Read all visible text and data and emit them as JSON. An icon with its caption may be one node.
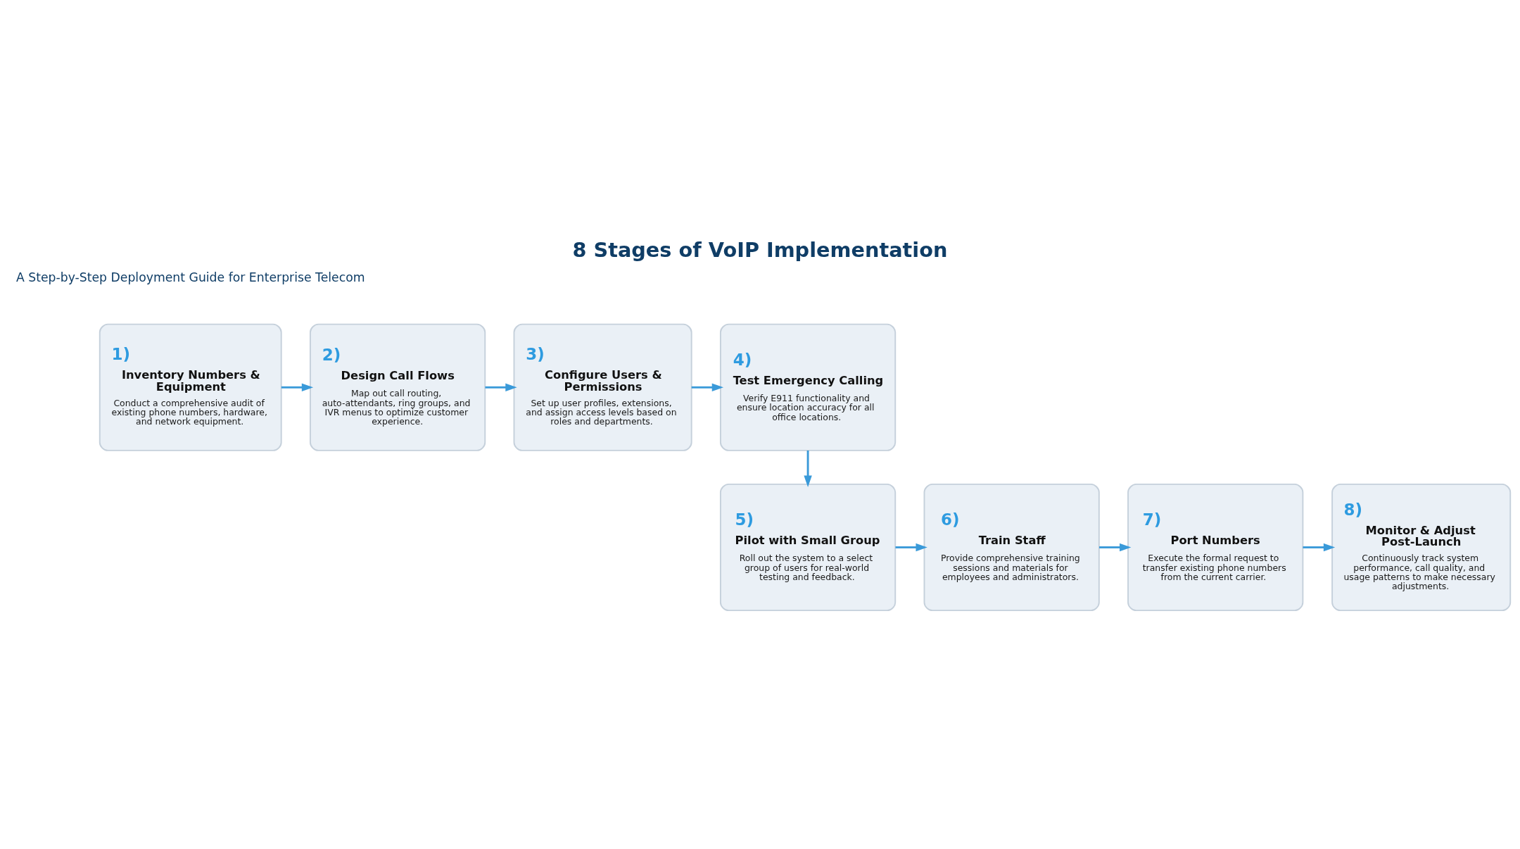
{
  "diagram": {
    "title": "8 Stages of VoIP Implementation",
    "nodes": [
      {
        "text": [
          "1)",
          "Inventory Numbers & Equipment",
          "Conduct a comprehensive audit of existing phone numbers, hardware, and network equipment."
        ]
      },
      {
        "text": [
          "2)",
          "Design Call Flows",
          "Map out call routing, auto-attendants, ring groups, and IVR menus to optimize customer experience."
        ]
      },
      {
        "text": [
          "3)",
          "Configure Users & Permissions",
          "Set up user profiles, extensions, and assign access levels based on roles and departments."
        ]
      },
      {
        "text": [
          "4)",
          "Test Emergency Calling",
          "Verify E911 functionality and ensure location accuracy for all office locations."
        ]
      },
      {
        "text": [
          "5)",
          "Pilot with Small Group",
          "Roll out the system to a select group of users for real-world testing and feedback."
        ]
      },
      {
        "text": [
          "6)",
          "Train Staff",
          "Provide comprehensive training sessions and materials for employees and administrators."
        ]
      },
      {
        "text": [
          "7)",
          "Port Numbers",
          "Execute the formal request to transfer existing phone numbers from the current carrier."
        ]
      },
      {
        "text": [
          "8)",
          "Monitor & Adjust Post-Launch",
          "Continuously track system performance, call quality, and usage patterns to make necessary adjustments."
        ]
      }
    ],
    "edges": [
      {
        "from": 0,
        "to": 1,
        "arrow": "to"
      },
      {
        "from": 1,
        "to": 2,
        "arrow": "to"
      },
      {
        "from": 2,
        "to": 3,
        "arrow": "to"
      },
      {
        "from": 3,
        "to": 4,
        "arrow": "to"
      },
      {
        "from": 4,
        "to": 5,
        "arrow": "to"
      },
      {
        "from": 5,
        "to": 6,
        "arrow": "to"
      },
      {
        "from": 6,
        "to": 7,
        "arrow": "to"
      }
    ],
    "labels": [
      "A Step-by-Step Deployment Guide for Enterprise Telecom"
    ]
  }
}
